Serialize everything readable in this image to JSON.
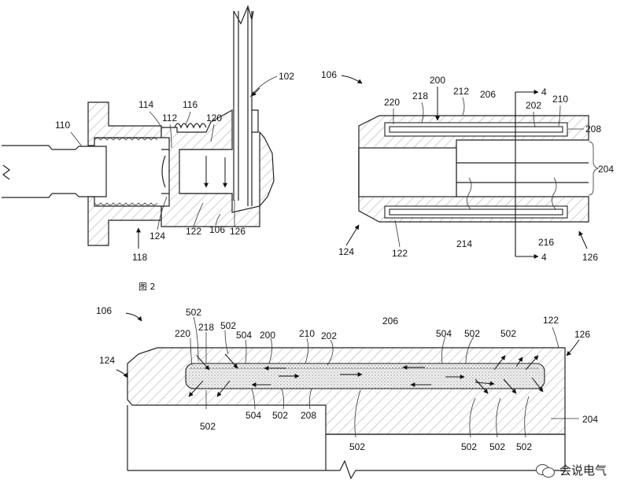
{
  "figure_caption": "图 2",
  "watermark": "会说电气",
  "fig_top_left_labels": {
    "l110": "110",
    "l114": "114",
    "l116": "116",
    "l112": "112",
    "l120": "120",
    "l102": "102",
    "l124": "124",
    "l122": "122",
    "l106": "106",
    "l126": "126",
    "l118": "118"
  },
  "fig_top_right_labels": {
    "l106": "106",
    "l200": "200",
    "l212": "212",
    "l218": "218",
    "l220": "220",
    "l206": "206",
    "l4a": "4",
    "l202": "202",
    "l210": "210",
    "l208": "208",
    "l204": "204",
    "l124": "124",
    "l122": "122",
    "l214": "214",
    "l216": "216",
    "l4b": "4",
    "l126": "126"
  },
  "fig_bottom_labels": {
    "l106": "106",
    "l124": "124",
    "l502a": "502",
    "l220": "220",
    "l218": "218",
    "l502b": "502",
    "l504a": "504",
    "l200": "200",
    "l210": "210",
    "l202": "202",
    "l206": "206",
    "l504b": "504",
    "l502c": "502",
    "l502d": "502",
    "l122": "122",
    "l126": "126",
    "l502e": "502",
    "l504c": "504",
    "l502f": "502",
    "l208": "208",
    "l502g": "502",
    "l502h": "502",
    "l502i": "502",
    "l502j": "502",
    "l204": "204"
  }
}
